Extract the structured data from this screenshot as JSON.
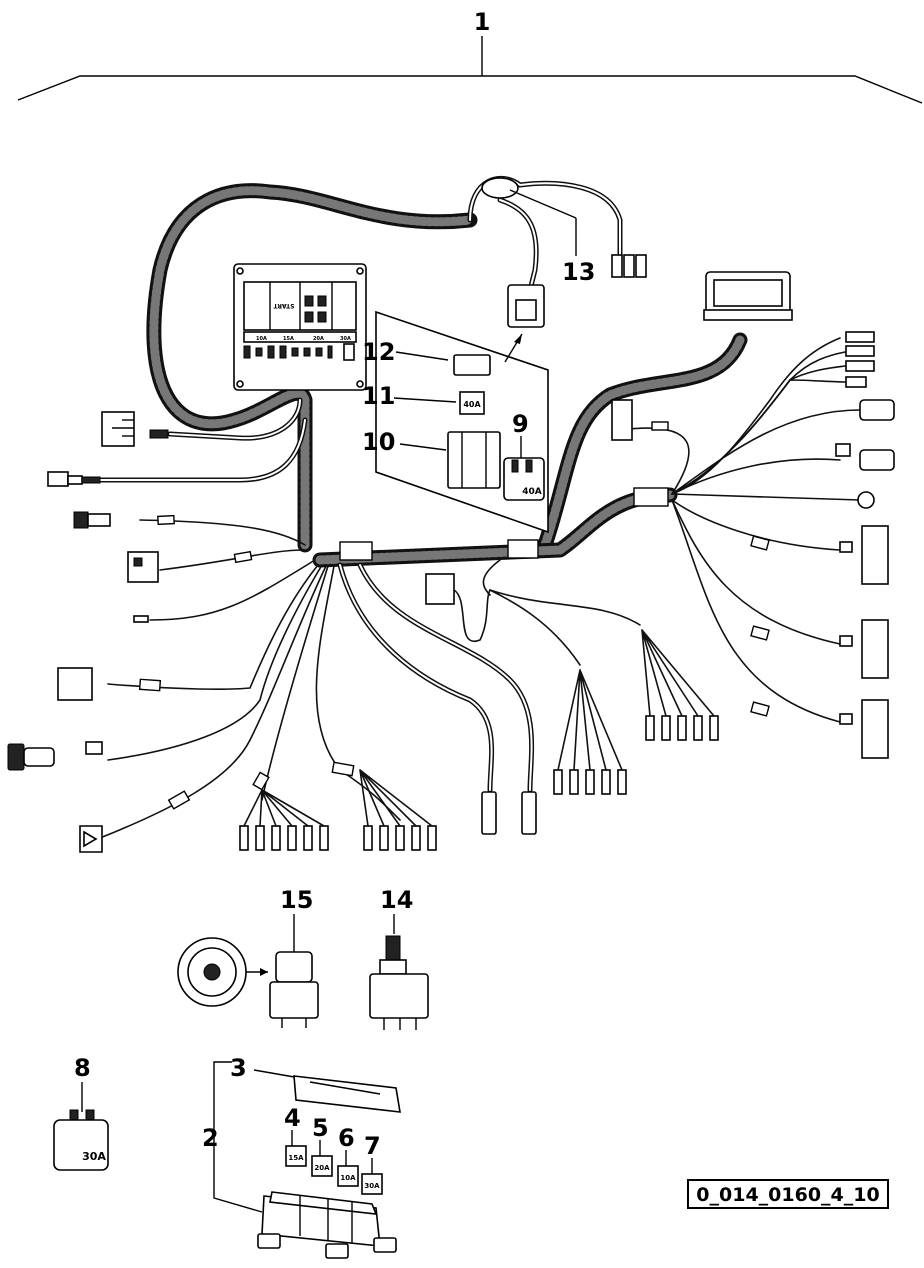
{
  "drawing": {
    "assembly_number": "1",
    "reference_code": "0_014_0160_4_10"
  },
  "callouts": {
    "c2": "2",
    "c3": "3",
    "c4": "4",
    "c5": "5",
    "c6": "6",
    "c7": "7",
    "c8": "8",
    "c9": "9",
    "c10": "10",
    "c11": "11",
    "c12": "12",
    "c13": "13",
    "c14": "14",
    "c15": "15"
  },
  "fuse_box": {
    "start_label": "START",
    "fuse_ratings": [
      "10A",
      "15A",
      "20A",
      "30A"
    ]
  },
  "fuse_labels": {
    "f11": "40A",
    "relay9": "40A",
    "f4": "15A",
    "f5": "20A",
    "f6": "10A",
    "f7": "30A",
    "relay8": "30A"
  }
}
